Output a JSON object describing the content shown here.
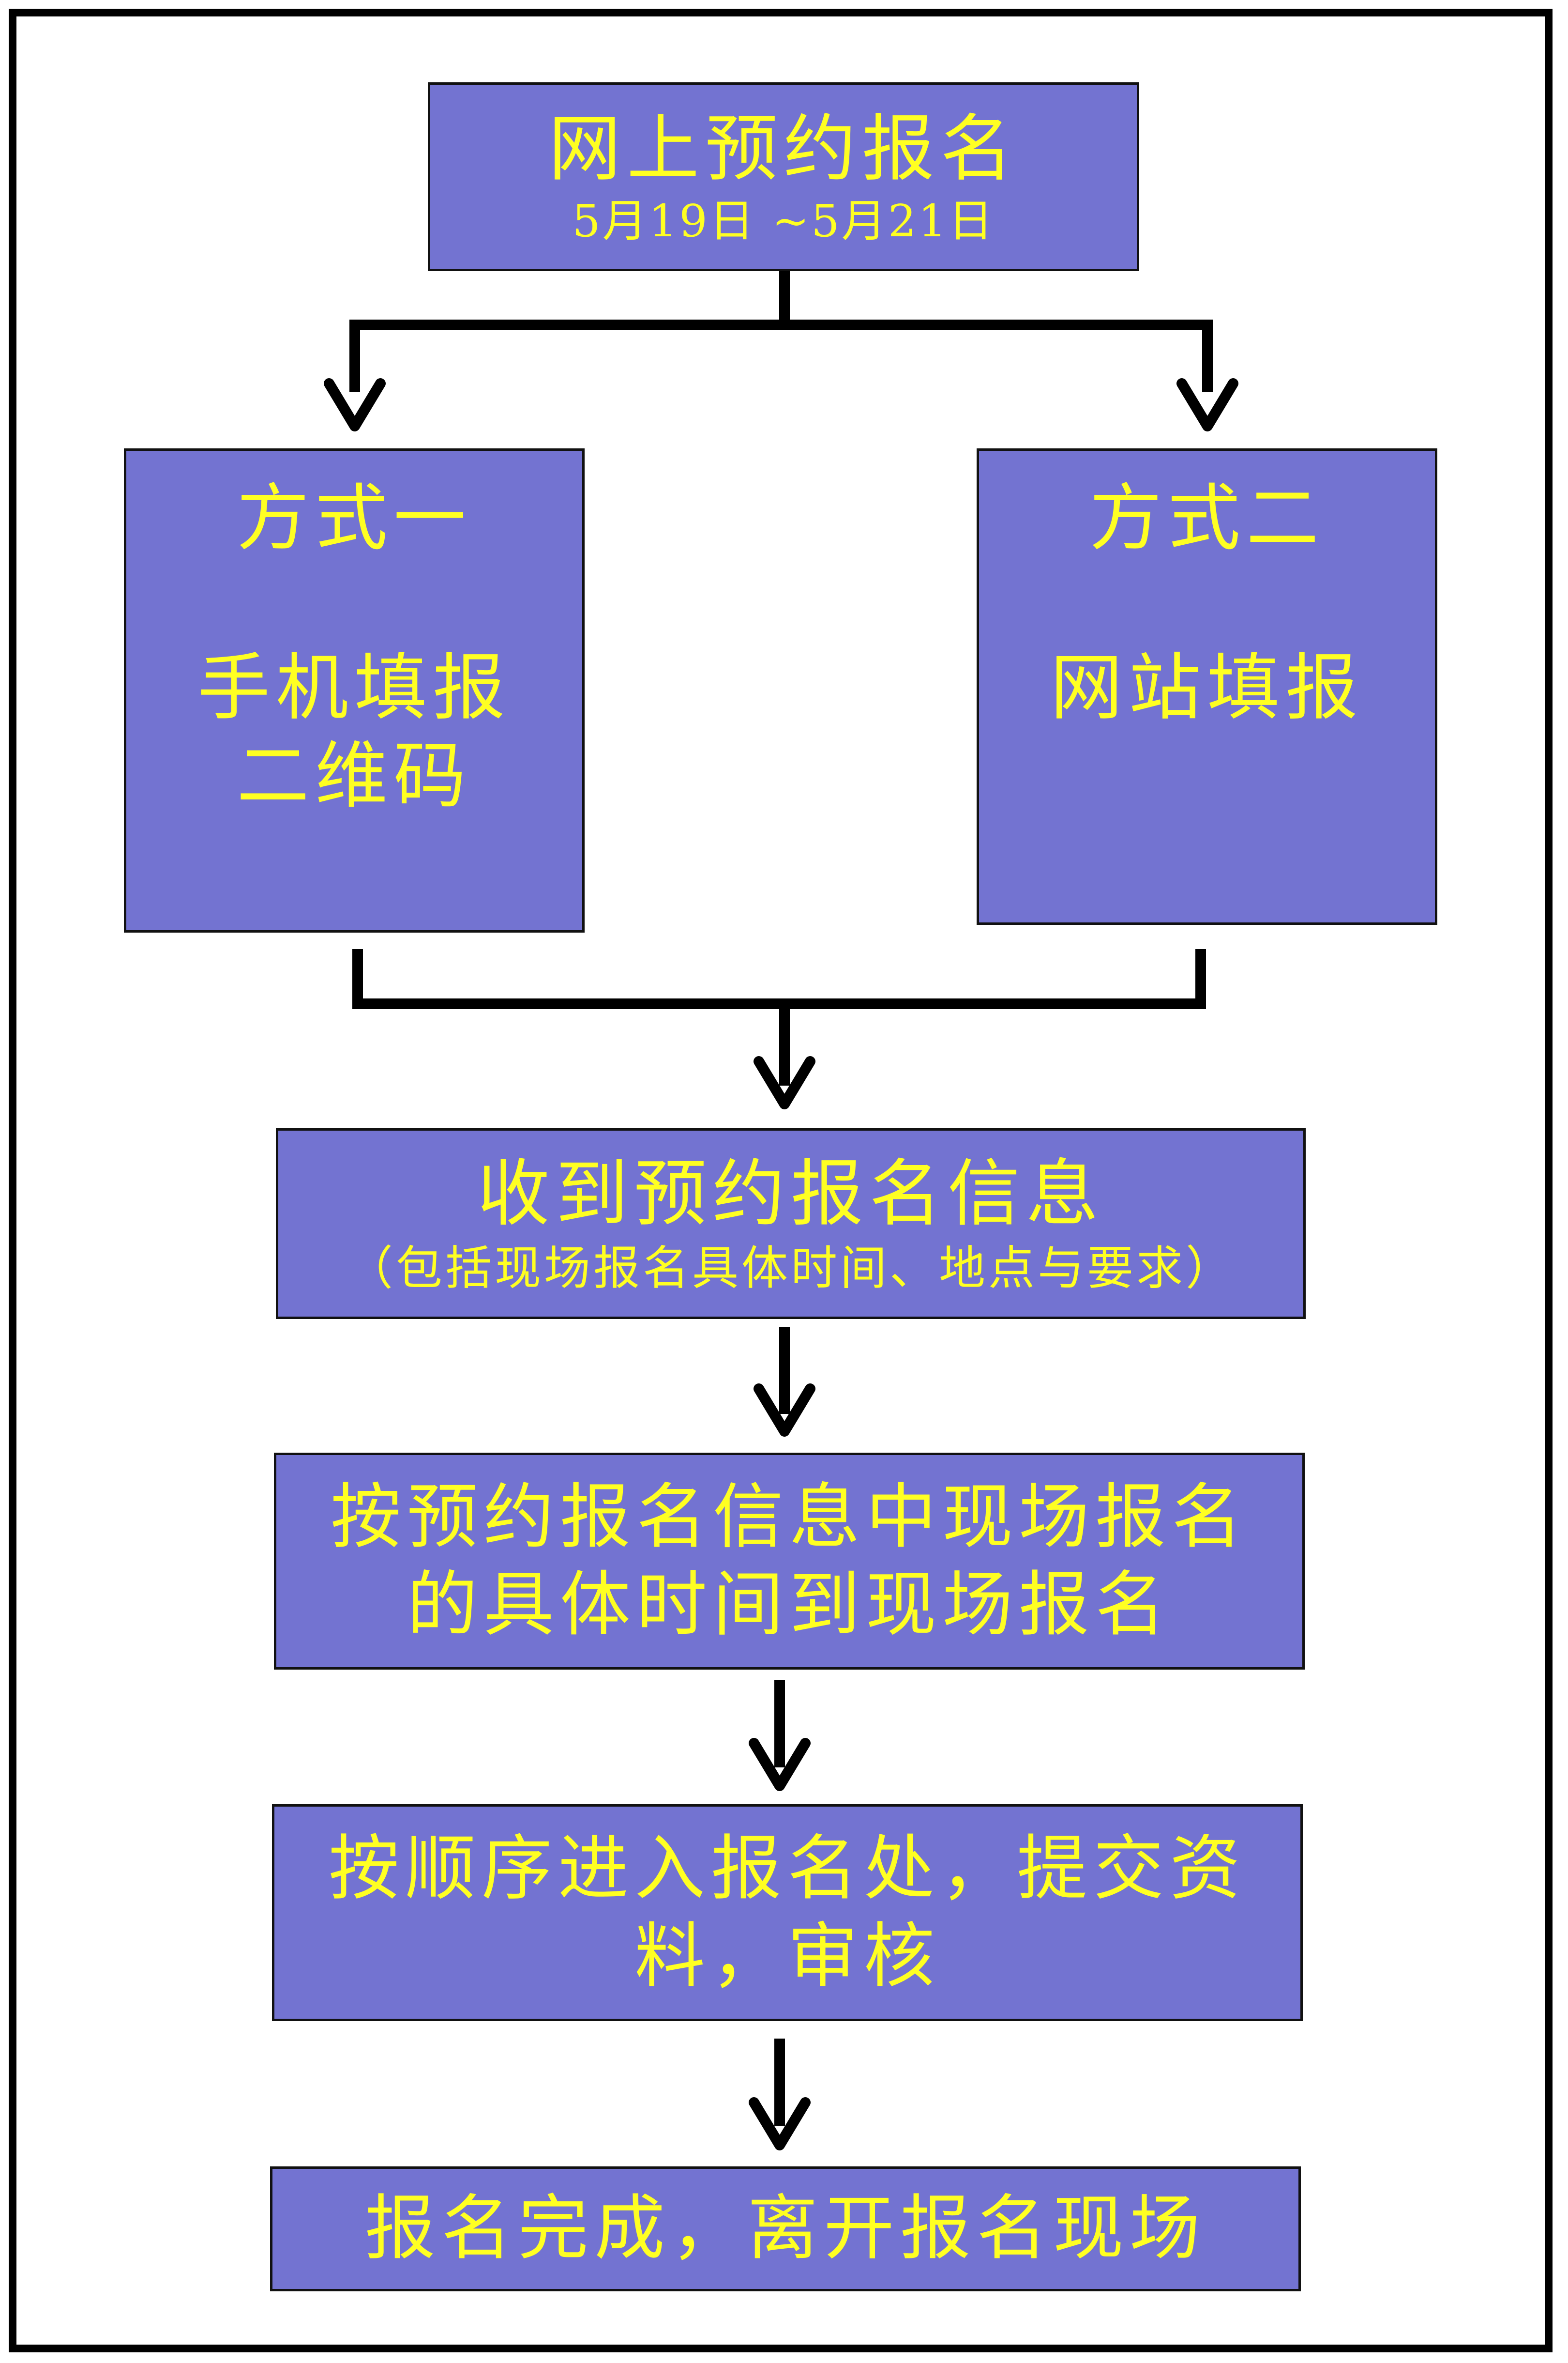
{
  "colors": {
    "box_fill": "#7373d1",
    "text": "#ffff22",
    "line": "#000000"
  },
  "steps": {
    "start": {
      "title": "网上预约报名",
      "dates": "5月19日 ~5月21日"
    },
    "method_one": {
      "heading": "方式一",
      "line1": "手机填报",
      "line2": "二维码"
    },
    "method_two": {
      "heading": "方式二",
      "line1": "网站填报"
    },
    "receive_info": {
      "title": "收到预约报名信息",
      "note": "（包括现场报名具体时间、地点与要求）"
    },
    "onsite": {
      "line1": "按预约报名信息中现场报名",
      "line2": "的具体时间到现场报名"
    },
    "submit": {
      "line1": "按顺序进入报名处，提交资",
      "line2": "料，审核"
    },
    "finish": {
      "title": "报名完成，离开报名现场"
    }
  }
}
